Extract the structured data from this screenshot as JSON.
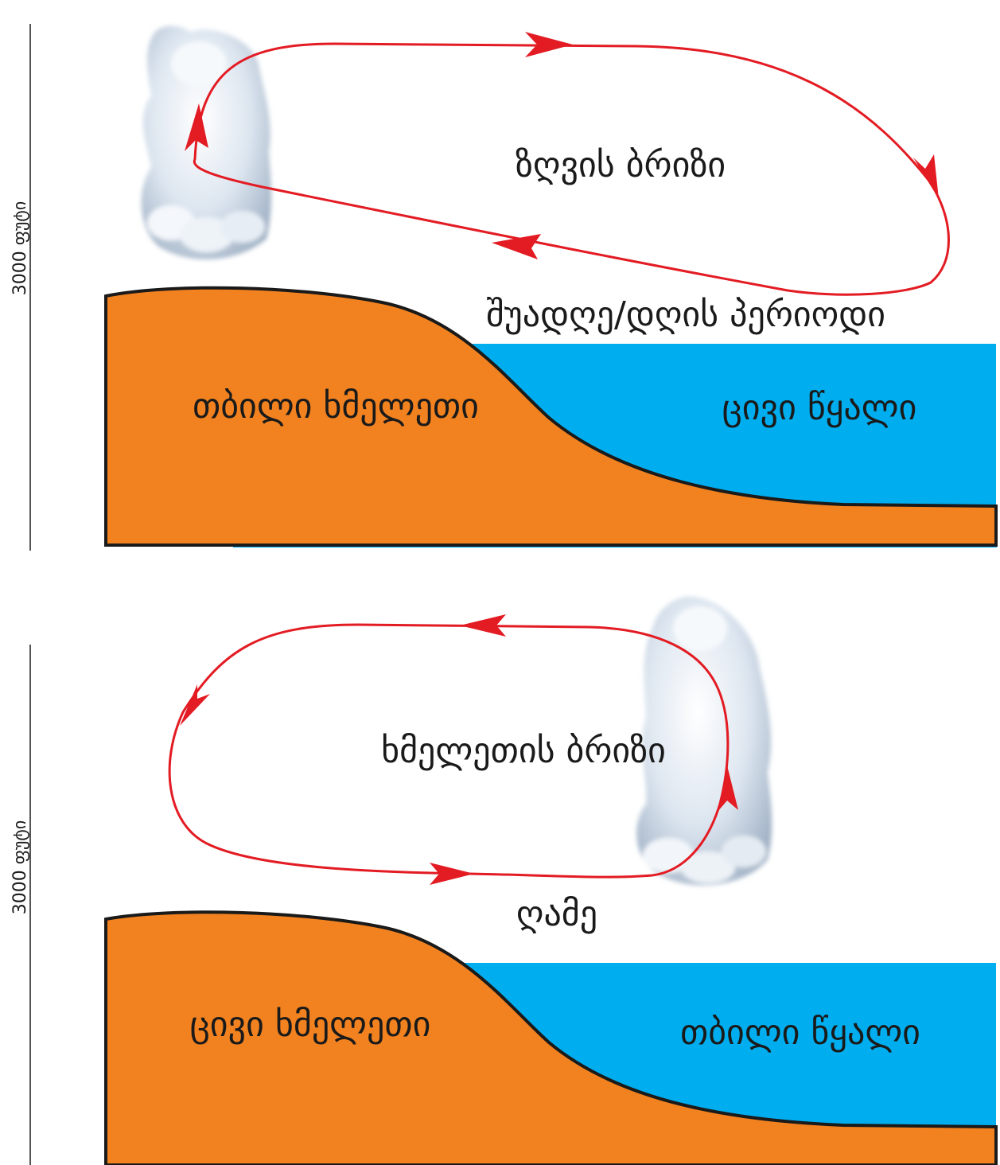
{
  "colors": {
    "land": "#F28220",
    "water": "#00AEEF",
    "arrow": "#E31B23",
    "outline": "#1a1a1a",
    "axis": "#555555"
  },
  "top_panel": {
    "altitude_label": "3000 ფუტი",
    "circulation_label": "ზღვის ბრიზი",
    "period_label": "შუადღე/დღის პერიოდი",
    "land_label": "თბილი ხმელეთი",
    "water_label": "ცივი წყალი"
  },
  "bottom_panel": {
    "altitude_label": "3000 ფუტი",
    "circulation_label": "ხმელეთის ბრიზი",
    "period_label": "ღამე",
    "land_label": "ცივი ხმელეთი",
    "water_label": "თბილი წყალი"
  },
  "icons": [
    "cloud-icon",
    "arrowhead-icon"
  ]
}
